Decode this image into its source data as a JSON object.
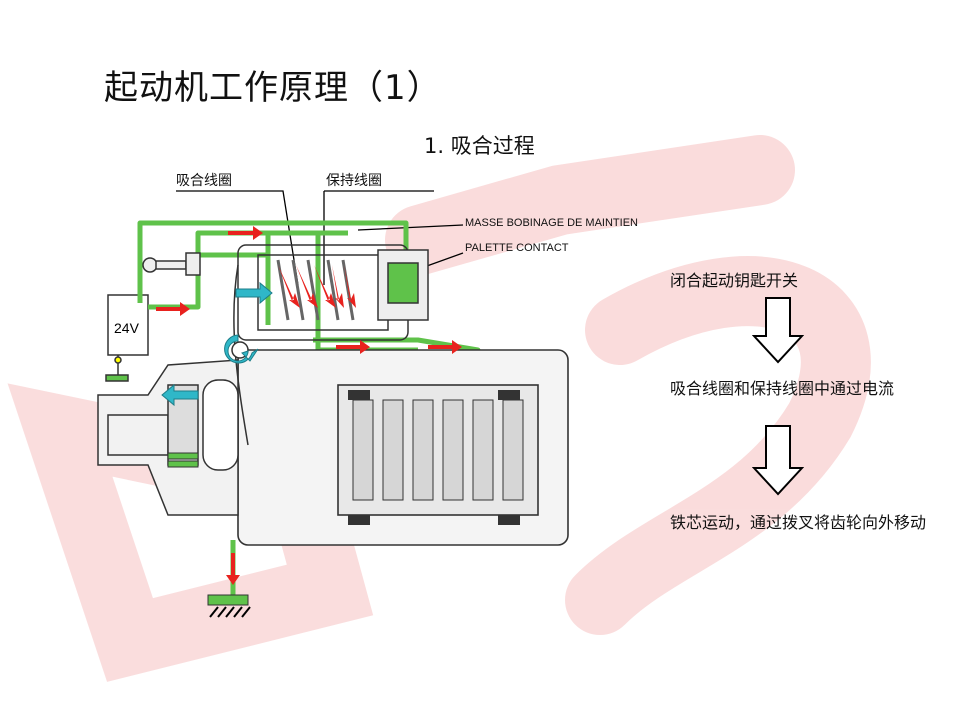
{
  "title": "起动机工作原理（1）",
  "subtitle": "1.  吸合过程",
  "labels": {
    "suction_coil": "吸合线圈",
    "holding_coil": "保持线圈",
    "masse": "MASSE BOBINAGE DE MAINTIEN",
    "palette": "PALETTE CONTACT",
    "voltage": "24V"
  },
  "steps": [
    "闭合起动钥匙开关",
    "吸合线圈和保持线圈中通过电流",
    "铁芯运动，通过拨叉将齿轮向外移动"
  ],
  "colors": {
    "wire": "#5fc24a",
    "current_arrow": "#e8221e",
    "motion_arrow": "#2fb7c8",
    "watermark": "#f7c9c9"
  }
}
